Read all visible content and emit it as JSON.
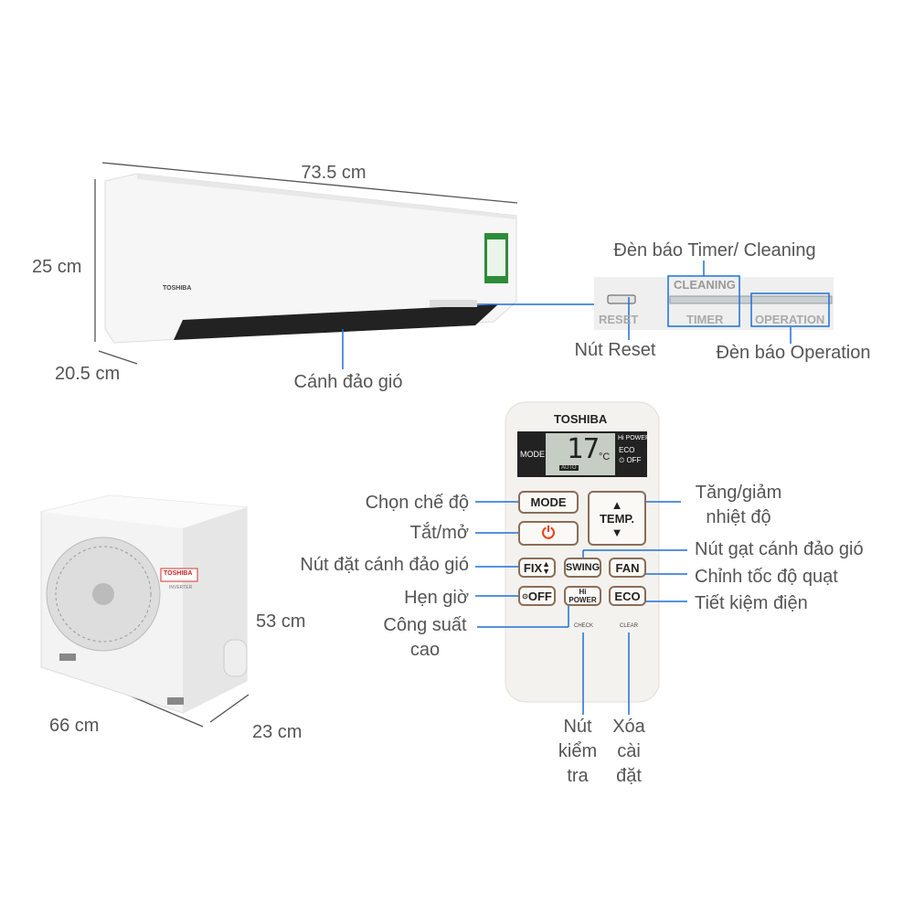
{
  "indoor_unit": {
    "brand": "TOSHIBA",
    "width": "73.5 cm",
    "height": "25 cm",
    "depth": "20.5 cm",
    "louver_label": "Cánh đảo gió"
  },
  "indicator_panel": {
    "reset_text": "RESET",
    "cleaning_text": "CLEANING",
    "timer_text": "TIMER",
    "operation_text": "OPERATION",
    "timer_cleaning_label": "Đèn báo Timer/ Cleaning",
    "reset_label": "Nút Reset",
    "operation_label": "Đèn báo Operation"
  },
  "outdoor_unit": {
    "brand": "TOSHIBA",
    "sub": "INVERTER",
    "height": "53 cm",
    "width": "66 cm",
    "depth": "23 cm"
  },
  "remote": {
    "brand": "TOSHIBA",
    "display": {
      "mode": "MODE",
      "temp": "17",
      "unit": "°C",
      "auto": "AUTO",
      "hipower": "Hi POWER",
      "eco": "ECO",
      "off": "⏲ OFF"
    },
    "buttons": {
      "mode": "MODE",
      "power": "⏻",
      "temp": "TEMP.",
      "fix": "FIX",
      "swing": "SWING",
      "fan": "FAN",
      "off": "OFF",
      "hipower": "Hi POWER",
      "eco": "ECO",
      "check": "CHECK",
      "clear": "CLEAR"
    },
    "labels": {
      "mode": "Chọn chế độ",
      "power": "Tắt/mở",
      "fix": "Nút đặt cánh đảo gió",
      "timer": "Hẹn giờ",
      "hipower_1": "Công suất",
      "hipower_2": "cao",
      "temp_1": "Tăng/giảm",
      "temp_2": "nhiệt độ",
      "swing": "Nút gạt cánh đảo gió",
      "fan": "Chỉnh tốc độ quạt",
      "eco": "Tiết kiệm điện",
      "check_1": "Nút",
      "check_2": "kiểm",
      "check_3": "tra",
      "clear_1": "Xóa",
      "clear_2": "cài",
      "clear_3": "đặt"
    }
  },
  "colors": {
    "callout": "#1e6fd9",
    "text": "#555555",
    "power": "#e8431c"
  }
}
